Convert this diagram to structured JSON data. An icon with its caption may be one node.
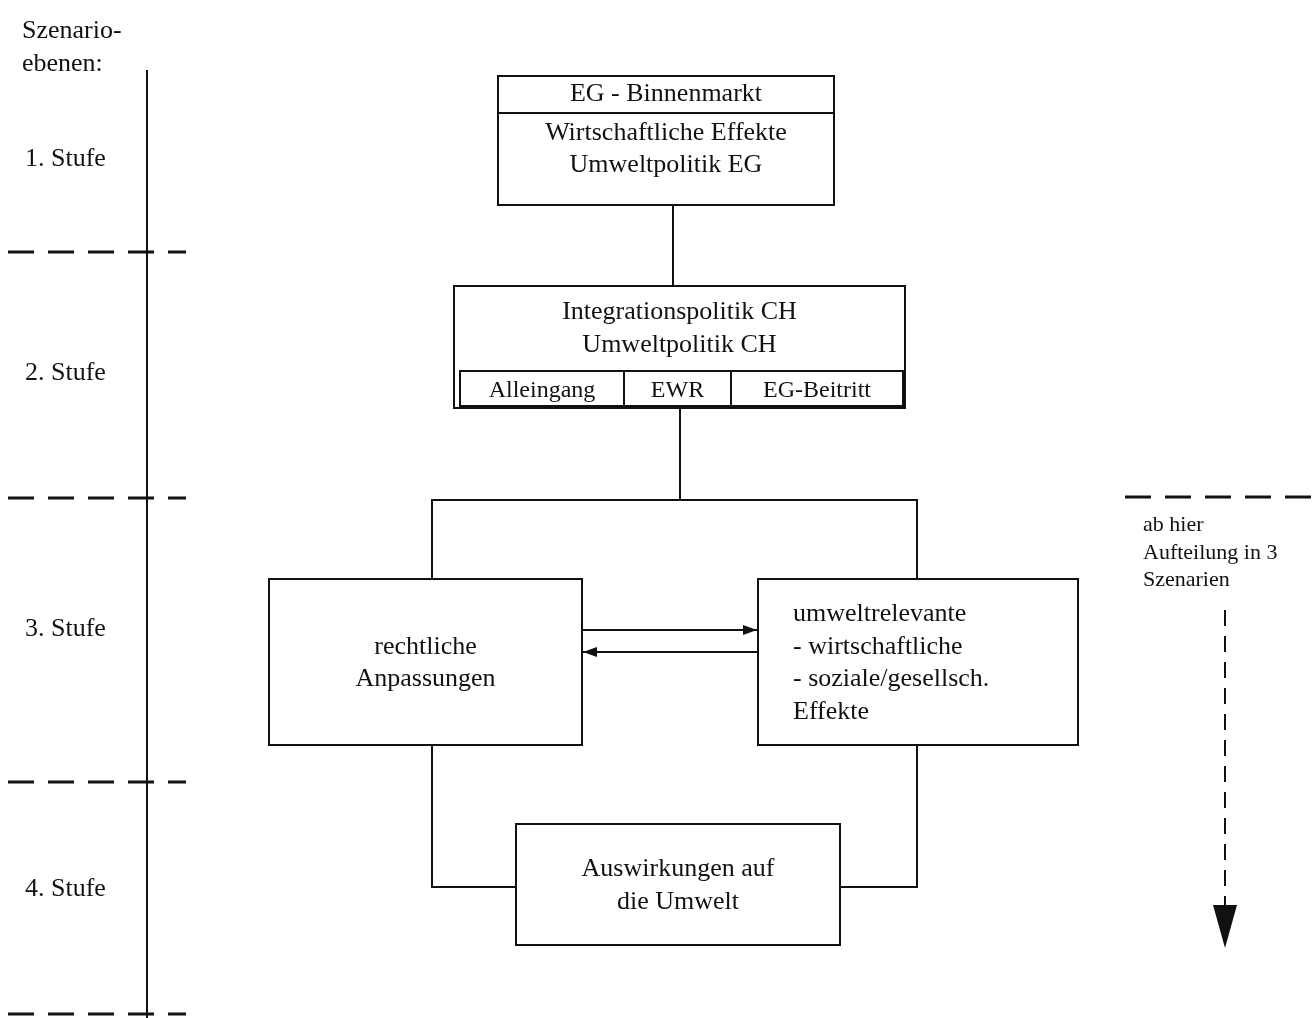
{
  "diagram": {
    "nodes": [
      {
        "text": [
          "EG - Binnenmarkt",
          "Wirtschaftliche Effekte",
          "Umweltpolitik EG"
        ]
      },
      {
        "text": [
          "Integrationspolitik CH",
          "Umweltpolitik CH"
        ]
      },
      {
        "text": [
          "Alleingang"
        ],
        "in": 1
      },
      {
        "text": [
          "EWR"
        ],
        "in": 1
      },
      {
        "text": [
          "EG-Beitritt"
        ],
        "in": 1
      },
      {
        "text": [
          "rechtliche Anpassungen"
        ]
      },
      {
        "text": [
          "umweltrelevante",
          "- wirtschaftliche",
          "- soziale/gesellsch.",
          "Effekte"
        ]
      },
      {
        "text": [
          "Auswirkungen auf die Umwelt"
        ]
      }
    ],
    "edges": [
      {
        "from": 0,
        "to": 1,
        "arrow": "none"
      },
      {
        "from": 1,
        "to": 5,
        "arrow": "none"
      },
      {
        "from": 1,
        "to": 6,
        "arrow": "none"
      },
      {
        "from": 5,
        "to": 6,
        "arrow": "to"
      },
      {
        "from": 6,
        "to": 5,
        "arrow": "to"
      },
      {
        "from": 5,
        "to": 7,
        "arrow": "none"
      },
      {
        "from": 6,
        "to": 7,
        "arrow": "none"
      }
    ],
    "labels": [
      "Szenario- ebenen:",
      "1. Stufe",
      "2. Stufe",
      "3. Stufe",
      "4. Stufe",
      "ab hier Aufteilung in 3 Szenarien"
    ]
  }
}
